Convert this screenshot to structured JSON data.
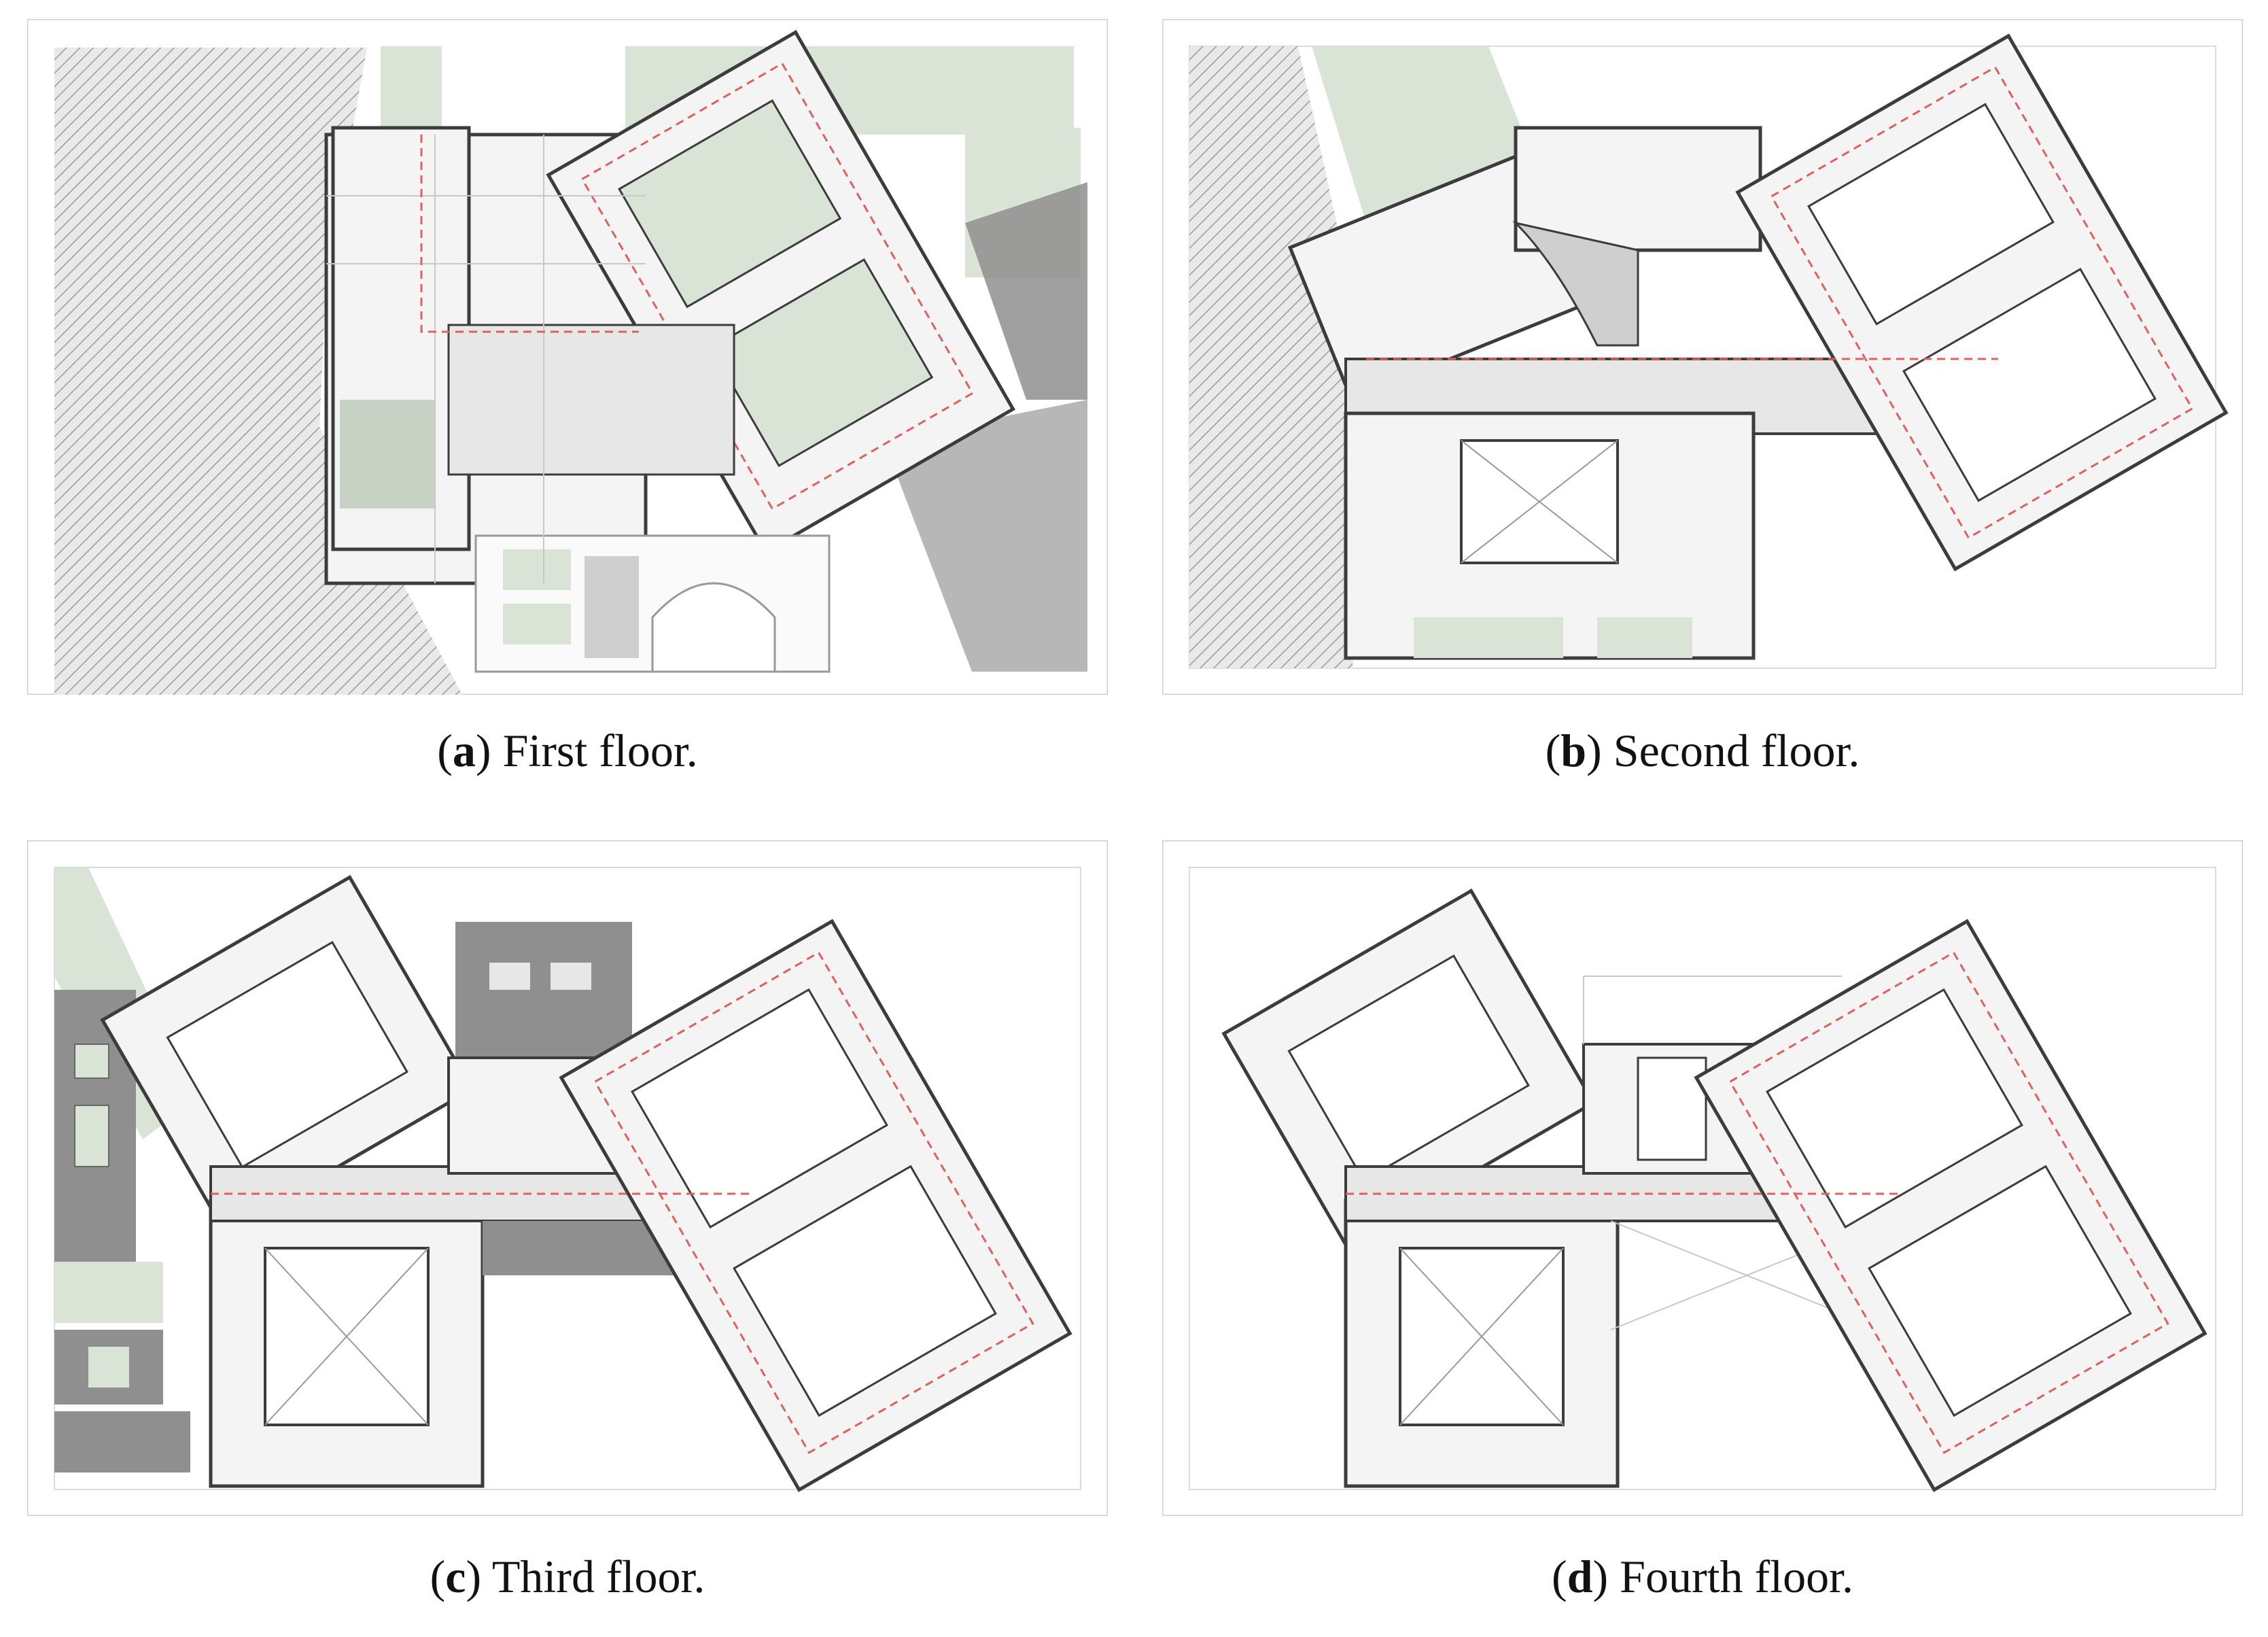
{
  "figure": {
    "panels": [
      {
        "id": "a",
        "letter": "a",
        "caption": "First floor."
      },
      {
        "id": "b",
        "letter": "b",
        "caption": "Second floor."
      },
      {
        "id": "c",
        "letter": "c",
        "caption": "Third floor."
      },
      {
        "id": "d",
        "letter": "d",
        "caption": "Fourth floor."
      }
    ]
  },
  "colors": {
    "wall": "#3c3c3c",
    "greenery": "#d9e3d6",
    "hatch": "#a9a9a9",
    "paving": "#8f8f8f",
    "corridor": "#e7e7e7",
    "circulation_line": "#e06060",
    "grid_line": "#c8c8c8"
  }
}
